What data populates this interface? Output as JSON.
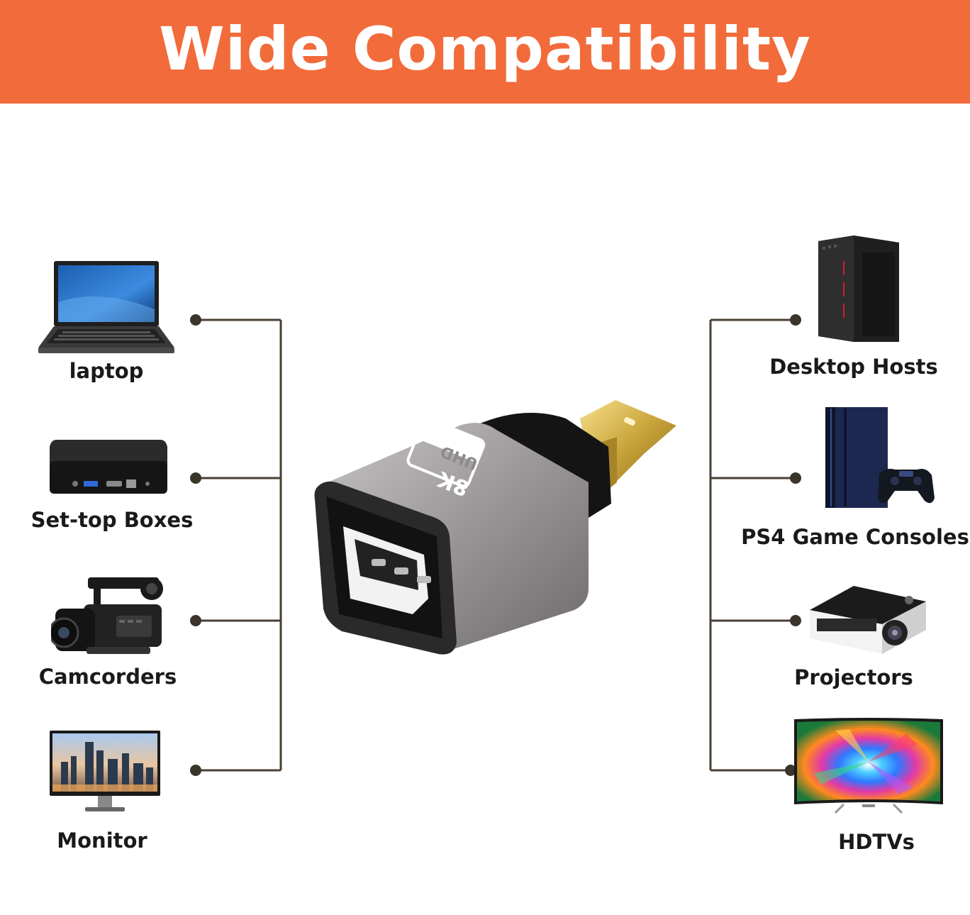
{
  "banner": {
    "title": "Wide Compatibility",
    "color": "#f26b3a"
  },
  "left_devices": [
    {
      "label": "laptop",
      "icon": "laptop-icon"
    },
    {
      "label": "Set-top Boxes",
      "icon": "set-top-box-icon"
    },
    {
      "label": "Camcorders",
      "icon": "camcorder-icon"
    },
    {
      "label": "Monitor",
      "icon": "monitor-icon"
    }
  ],
  "right_devices": [
    {
      "label": "Desktop Hosts",
      "icon": "desktop-tower-icon"
    },
    {
      "label": "PS4 Game Consoles",
      "icon": "game-console-icon"
    },
    {
      "label": "Projectors",
      "icon": "projector-icon"
    },
    {
      "label": "HDTVs",
      "icon": "hdtv-icon"
    }
  ],
  "adapter": {
    "badge_size": "8K",
    "badge_text": "UHD"
  },
  "connector_color": "#4a3f33"
}
